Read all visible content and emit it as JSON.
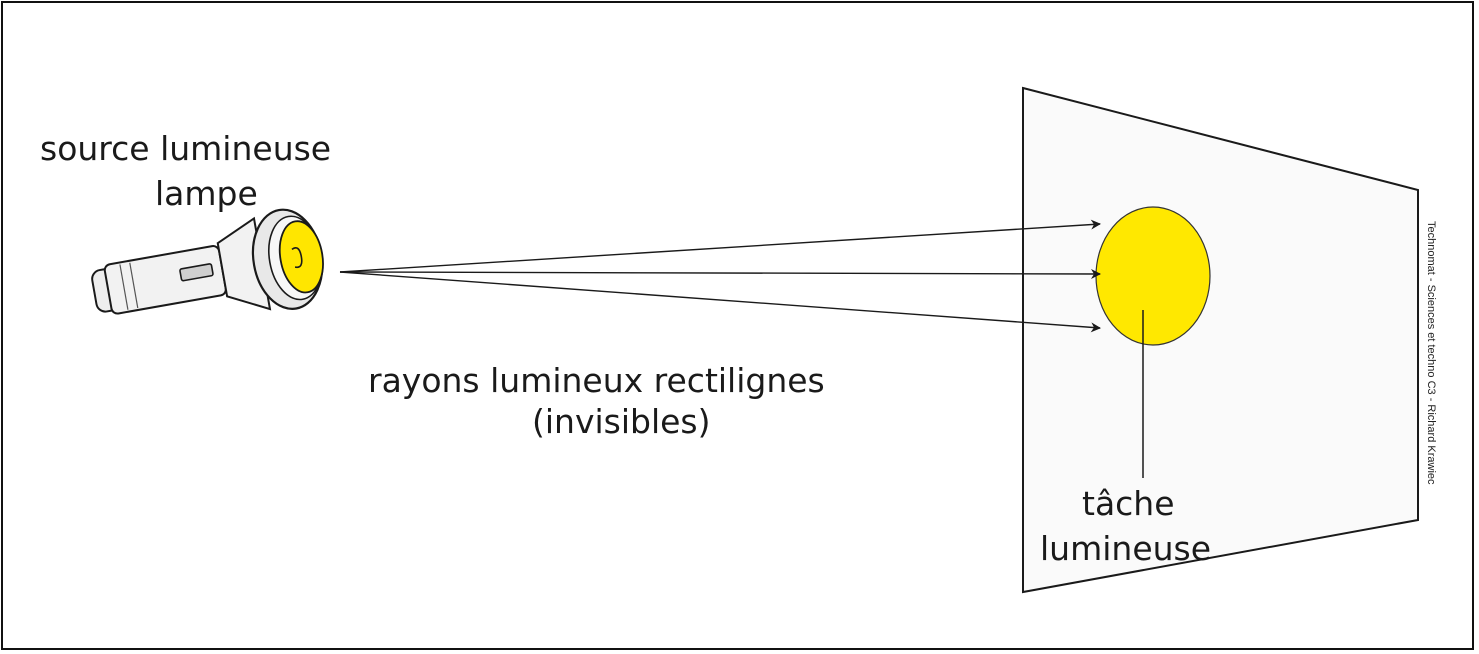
{
  "labels": {
    "source": "source lumineuse",
    "lamp": "lampe",
    "rays_line1": "rayons lumineux rectilignes",
    "rays_line2": "(invisibles)",
    "spot_line1": "tâche",
    "spot_line2": "lumineuse"
  },
  "credit": "Technomat - Sciences et techno C3 - Richard Krawiec",
  "colors": {
    "spot": "#ffe800",
    "lamp_lens": "#ffe600",
    "lamp_body": "#f2f2f2",
    "screen": "#fafafa",
    "stroke": "#1a1a1a"
  },
  "icons": {
    "lamp": "flashlight-icon",
    "ray": "arrow-icon"
  }
}
